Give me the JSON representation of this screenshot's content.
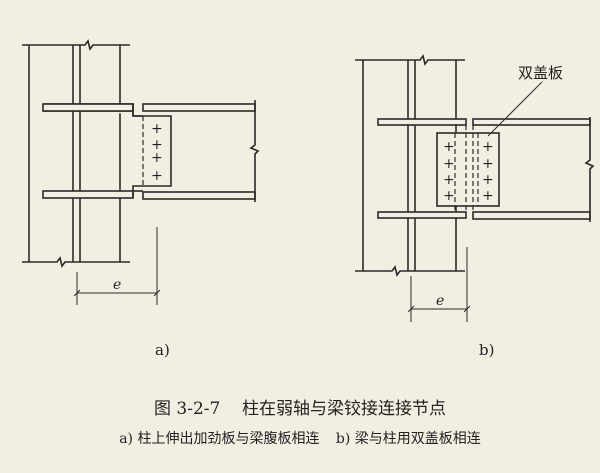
{
  "figure": {
    "number": "图 3-2-7",
    "title": "柱在弱轴与梁铰接连接节点",
    "subcaptions": [
      {
        "label": "a)",
        "text": "柱上伸出加劲板与梁腹板相连"
      },
      {
        "label": "b)",
        "text": "梁与柱用双盖板相连"
      }
    ]
  },
  "diagram_a": {
    "label": "a)",
    "dimension": "e"
  },
  "diagram_b": {
    "label": "b)",
    "dimension": "e",
    "callout": "双盖板"
  },
  "colors": {
    "background": "#f2eee2",
    "ink": "#2a2a2a"
  }
}
